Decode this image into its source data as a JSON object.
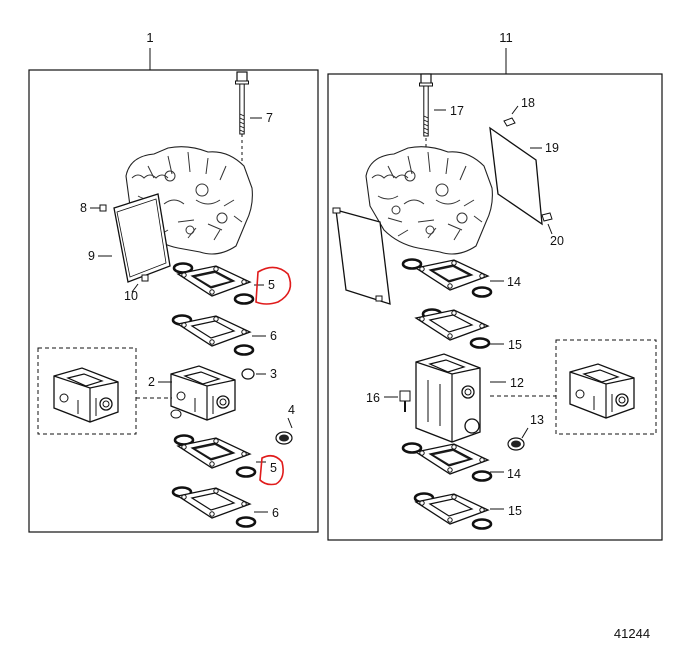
{
  "panel_left": {
    "callout": "1",
    "parts": {
      "bolt": "7",
      "small_screw": "8",
      "cover_plate": "9",
      "plate_screw": "10",
      "gasket_top": "5",
      "plate_top": "6",
      "elbow": "2",
      "plug_small": "3",
      "plug_large": "4",
      "gasket_bottom": "5",
      "plate_bottom": "6"
    }
  },
  "panel_right": {
    "callout": "11",
    "parts": {
      "bolt": "17",
      "screw_top": "18",
      "cover_plate": "19",
      "screw_right": "20",
      "gasket_top": "14",
      "plate_top": "15",
      "elbow": "12",
      "side_bolt": "16",
      "plug": "13",
      "gasket_bottom": "14",
      "plate_bottom": "15"
    }
  },
  "highlight_color": "#e01b1b",
  "figure_id": "41244"
}
